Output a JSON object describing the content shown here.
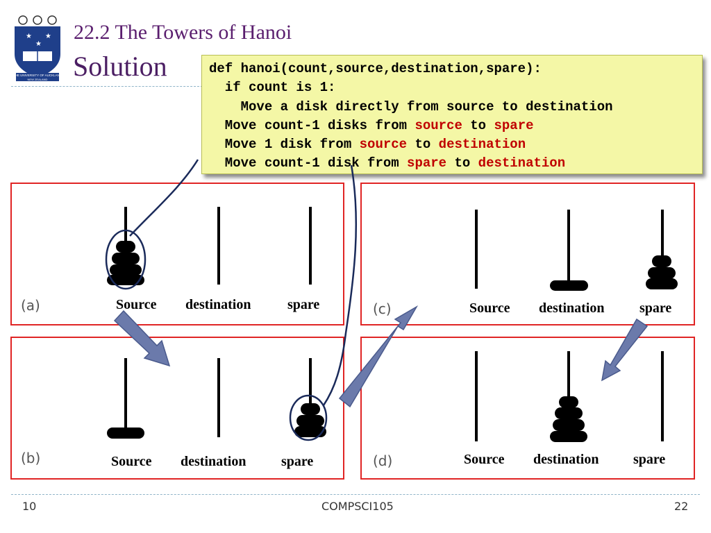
{
  "header": {
    "title_line1": "22.2 The Towers of Hanoi",
    "title_line2": "Solution"
  },
  "logo": {
    "caption_line1": "THE UNIVERSITY OF AUCKLAND",
    "caption_line2": "NEW ZEALAND"
  },
  "code": {
    "line1": "def hanoi(count,source,destination,spare):",
    "line2": "  if count is 1:",
    "line3": "    Move a disk directly from source to destination",
    "line4_a": "  Move count-1 disks from ",
    "line4_b": "source",
    "line4_c": " to ",
    "line4_d": "spare",
    "line5_a": "  Move 1 disk from ",
    "line5_b": "source",
    "line5_c": " to ",
    "line5_d": "destination",
    "line6_a": "  Move count-1 disk from ",
    "line6_b": "spare",
    "line6_c": " to ",
    "line6_d": "destination"
  },
  "panels": {
    "a": {
      "letter": "(a)",
      "source": "Source",
      "destination": "destination",
      "spare": "spare"
    },
    "b": {
      "letter": "(b)",
      "source": "Source",
      "destination": "destination",
      "spare": "spare"
    },
    "c": {
      "letter": "(c)",
      "source": "Source",
      "destination": "destination",
      "spare": "spare"
    },
    "d": {
      "letter": "(d)",
      "source": "Source",
      "destination": "destination",
      "spare": "spare"
    }
  },
  "footer": {
    "left": "10",
    "center": "COMPSCI105",
    "right": "22"
  },
  "colors": {
    "title": "#5a1e6e",
    "panel_border": "#e02424",
    "code_bg": "#f4f7a6",
    "code_highlight": "#c00000",
    "arrow_fill": "#6b7aab",
    "connector": "#1a2a5a"
  }
}
